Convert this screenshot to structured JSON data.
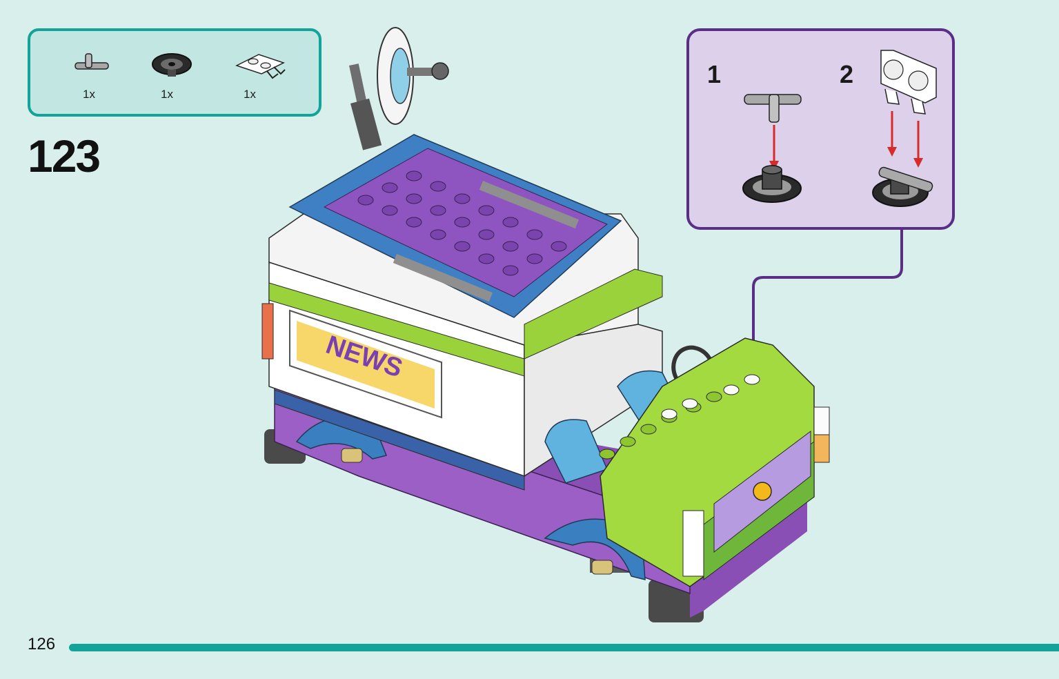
{
  "parts_list": {
    "items": [
      {
        "icon": "grey-t-bar-icon",
        "qty": "1x"
      },
      {
        "icon": "black-steering-wheel-icon",
        "qty": "1x"
      },
      {
        "icon": "white-plate-with-clips-icon",
        "qty": "1x"
      }
    ]
  },
  "step": {
    "number": "123"
  },
  "callout": {
    "substeps": [
      {
        "number": "1"
      },
      {
        "number": "2"
      }
    ]
  },
  "model": {
    "sign_text": "NEWS"
  },
  "footer": {
    "page_number": "126"
  },
  "colors": {
    "background": "#d9efec",
    "parts_box_border": "#14a39b",
    "callout_border": "#5a2d86",
    "callout_fill": "#dcd0eb",
    "arrow": "#d92a2a"
  }
}
